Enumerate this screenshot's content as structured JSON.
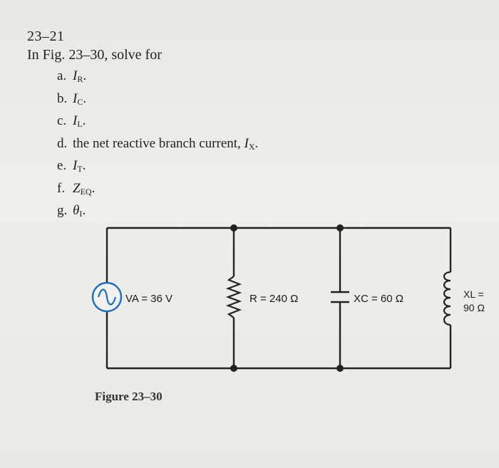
{
  "problem": {
    "number": "23–21",
    "intro": "In Fig. 23–30, solve for",
    "parts": [
      {
        "letter": "a.",
        "text": "",
        "symbol": "I",
        "sub": "R",
        "suffix": "."
      },
      {
        "letter": "b.",
        "text": "",
        "symbol": "I",
        "sub": "C",
        "suffix": "."
      },
      {
        "letter": "c.",
        "text": "",
        "symbol": "I",
        "sub": "L",
        "suffix": "."
      },
      {
        "letter": "d.",
        "text": "the net reactive branch current, ",
        "symbol": "I",
        "sub": "X",
        "suffix": "."
      },
      {
        "letter": "e.",
        "text": "",
        "symbol": "I",
        "sub": "T",
        "suffix": "."
      },
      {
        "letter": "f.",
        "text": "",
        "symbol": "Z",
        "sub": "EQ",
        "suffix": "."
      },
      {
        "letter": "g.",
        "text": "",
        "symbol": "θ",
        "sub": "I",
        "suffix": "."
      }
    ]
  },
  "circuit": {
    "source_label": "VA = 36 V",
    "resistor_label": "R = 240 Ω",
    "capacitor_label": "XC = 60 Ω",
    "inductor_label_line1": "XL =",
    "inductor_label_line2": "90 Ω",
    "wire_color": "#222222",
    "source_color": "#1a6fc2"
  },
  "figure": {
    "caption": "Figure 23–30"
  }
}
